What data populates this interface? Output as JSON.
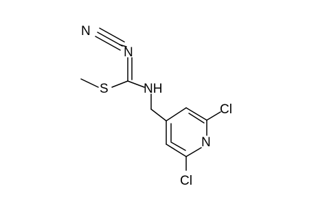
{
  "molecule": {
    "atoms": {
      "nitrile_n": "N",
      "imine_n": "N",
      "thio_s": "S",
      "amine_nh": "NH",
      "ring_n": "N",
      "cl_top": "Cl",
      "cl_bottom": "Cl"
    },
    "colors": {
      "background": "#ffffff",
      "bond": "#000000",
      "label": "#000000"
    }
  }
}
